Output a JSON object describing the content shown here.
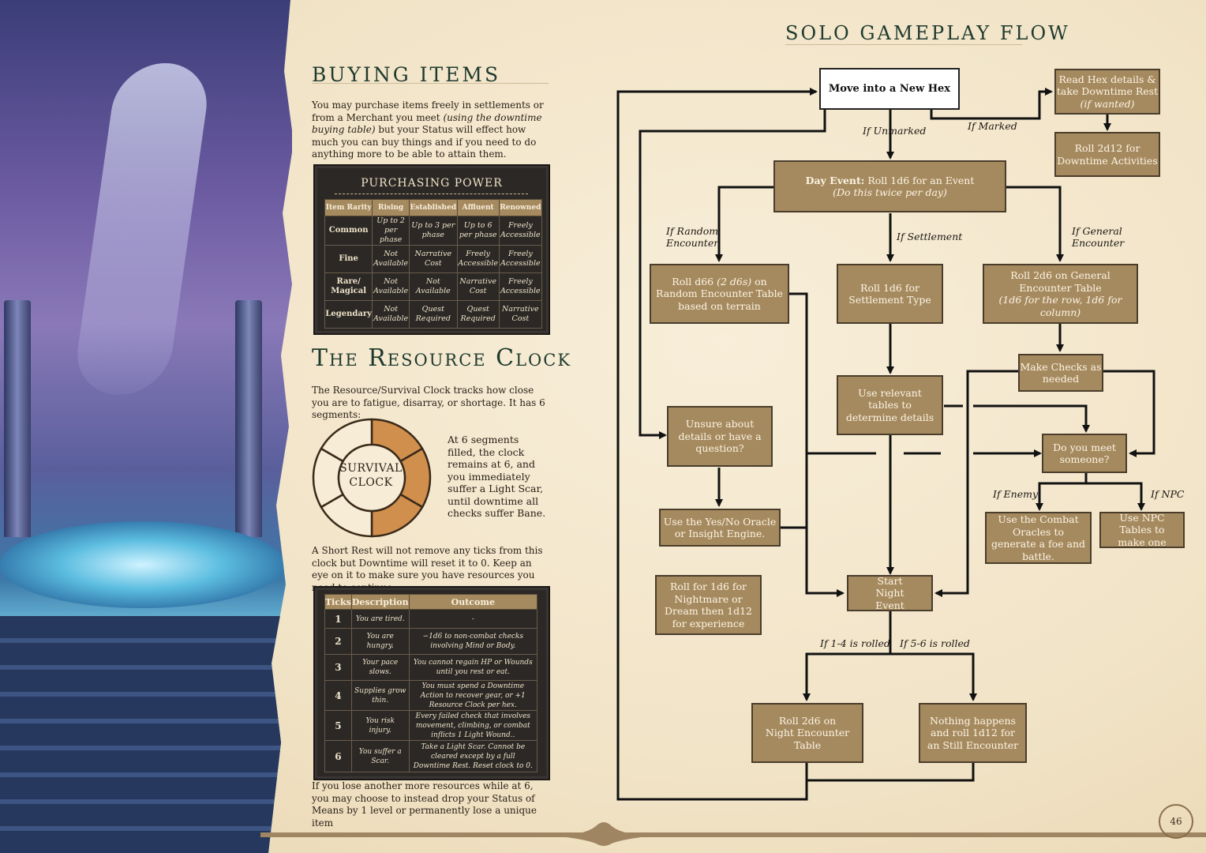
{
  "buying": {
    "title": "BUYING ITEMS",
    "para_1": "You may purchase items freely in settlements or from a Merchant you meet",
    "para_italic": "(using the downtime buying table)",
    "para_2": "but your Status will effect how much you can buy things and if you need to do anything more to be able to attain them."
  },
  "purchasing": {
    "title": "PURCHASING POWER",
    "headers": [
      "Item Rarity",
      "Rising",
      "Established",
      "Affluent",
      "Renowned"
    ],
    "rows": [
      {
        "rarity": "Common",
        "cells": [
          "Up to 2 per phase",
          "Up to 3 per phase",
          "Up to 6 per phase",
          "Freely Accessible"
        ]
      },
      {
        "rarity": "Fine",
        "cells": [
          "Not Available",
          "Narrative Cost",
          "Freely Accessible",
          "Freely Accessible"
        ]
      },
      {
        "rarity": "Rare/ Magical",
        "cells": [
          "Not Available",
          "Not Available",
          "Narrative Cost",
          "Freely Accessible"
        ]
      },
      {
        "rarity": "Legendary",
        "cells": [
          "Not Available",
          "Quest Required",
          "Quest Required",
          "Narrative Cost"
        ]
      }
    ]
  },
  "resource": {
    "title": "The Resource Clock",
    "intro": "The Resource/Survival Clock tracks how close you are to fatigue, disarray, or shortage. It has 6 segments:",
    "clock_label_1": "SURVIVAL",
    "clock_label_2": "CLOCK",
    "clock_segments": 6,
    "clock_filled": 3,
    "clock_note": "At 6 segments filled, the clock remains at 6, and you immediately suffer a Light Scar, until downtime all checks suffer Bane.",
    "rest_text": "A Short Rest will not remove any ticks from this clock but Downtime will reset it to 0. Keep an eye on it to make sure you have resources you need to continue.",
    "table_headers": [
      "Ticks",
      "Description",
      "Outcome"
    ],
    "ticks": [
      {
        "n": "1",
        "desc": "You are tired.",
        "out": "-"
      },
      {
        "n": "2",
        "desc": "You are hungry.",
        "out": "−1d6 to non-combat checks involving Mind or Body."
      },
      {
        "n": "3",
        "desc": "Your pace slows.",
        "out": "You cannot regain HP or Wounds until you rest or eat."
      },
      {
        "n": "4",
        "desc": "Supplies grow thin.",
        "out": "You must spend a Downtime Action to recover gear, or +1 Resource Clock per hex."
      },
      {
        "n": "5",
        "desc": "You risk injury.",
        "out": "Every failed check that involves movement, climbing, or combat inflicts 1 Light Wound.."
      },
      {
        "n": "6",
        "desc": "You suffer a Scar.",
        "out": "Take a Light Scar. Cannot be cleared except by a full Downtime Rest. Reset clock to 0."
      }
    ],
    "closing": "If you lose another more resources while at 6, you may choose to instead drop your Status of Means by 1 level or permanently lose a unique item"
  },
  "flow": {
    "title": "SOLO GAMEPLAY FLOW",
    "move": "Move into a New Hex",
    "read_hex_1": "Read Hex details & take Downtime Rest",
    "read_hex_2": "(if wanted)",
    "roll_2d12": "Roll 2d12 for Downtime Activities",
    "day_event_bold": "Day Event:",
    "day_event_1": " Roll 1d6 for an Event",
    "day_event_2": "(Do this twice per day)",
    "random_box_1": "Roll d66",
    "random_box_i": "(2 d6s)",
    "random_box_2": " on Random Encounter Table based on terrain",
    "settlement_box": "Roll 1d6 for Settlement Type",
    "general_box_1": "Roll 2d6 on General Encounter Table",
    "general_box_2": "(1d6 for the row, 1d6 for column)",
    "make_checks": "Make Checks as needed",
    "use_tables": "Use relevant tables to determine details",
    "unsure": "Unsure about details or have a question?",
    "meet": "Do you meet someone?",
    "oracle": "Use the Yes/No Oracle or Insight Engine.",
    "combat": "Use the Combat Oracles to generate a foe and battle.",
    "npc": "Use NPC Tables to make one",
    "nightmare": "Roll for 1d6 for Nightmare or Dream then 1d12 for experience",
    "start_night": "Start Night Event",
    "roll_night": "Roll 2d6 on Night Encounter Table",
    "nothing": "Nothing happens and roll 1d12 for an Still Encounter",
    "lbl_unmarked": "If Unmarked",
    "lbl_marked": "If Marked",
    "lbl_random": "If Random Encounter",
    "lbl_settlement": "If Settlement",
    "lbl_general": "If General Encounter",
    "lbl_enemy": "If Enemy",
    "lbl_npc": "If NPC",
    "lbl_14": "If 1-4 is rolled",
    "lbl_56": "If 5-6 is rolled"
  },
  "page_number": "46"
}
